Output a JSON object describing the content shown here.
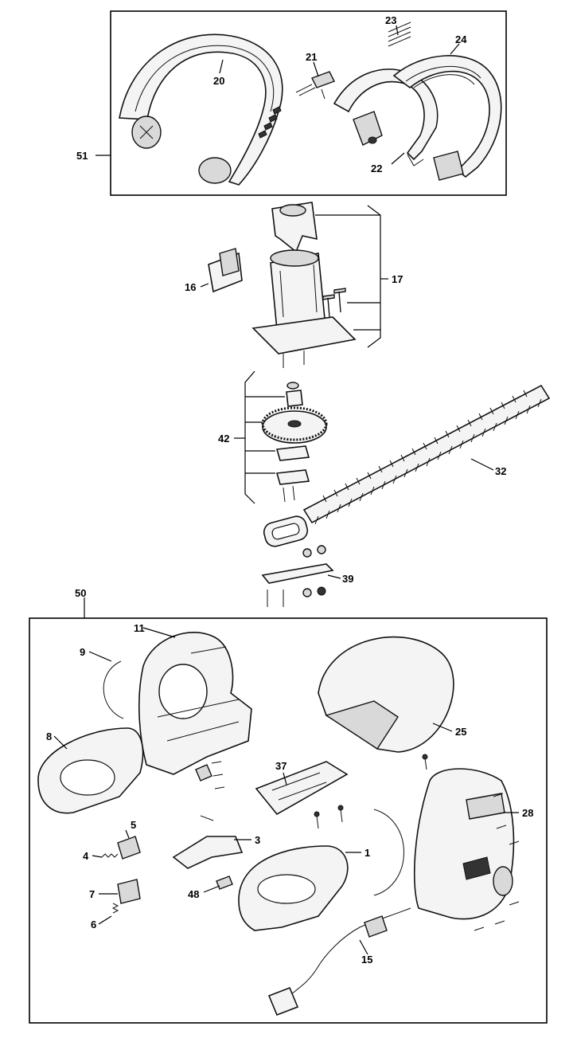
{
  "labels": {
    "l51": "51",
    "l20": "20",
    "l21": "21",
    "l22": "22",
    "l23": "23",
    "l24": "24",
    "l16": "16",
    "l17": "17",
    "l42": "42",
    "l32": "32",
    "l39": "39",
    "l50": "50",
    "l11": "11",
    "l9": "9",
    "l8": "8",
    "l25": "25",
    "l37": "37",
    "l28": "28",
    "l5": "5",
    "l3": "3",
    "l4": "4",
    "l1": "1",
    "l7": "7",
    "l48": "48",
    "l6": "6",
    "l15": "15"
  }
}
